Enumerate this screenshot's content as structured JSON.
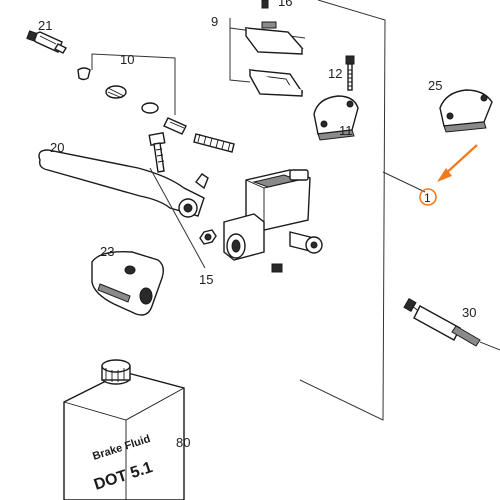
{
  "callouts": {
    "c1": "1",
    "c9": "9",
    "c10": "10",
    "c11": "11",
    "c12": "12",
    "c15": "15",
    "c16": "16",
    "c20": "20",
    "c21": "21",
    "c23": "23",
    "c25": "25",
    "c30": "30",
    "c80": "80"
  },
  "bottle": {
    "line1": "Brake Fluid",
    "line2": "DOT 5.1"
  },
  "colors": {
    "highlight": "#f07a1e",
    "ink": "#1a1a1a"
  }
}
